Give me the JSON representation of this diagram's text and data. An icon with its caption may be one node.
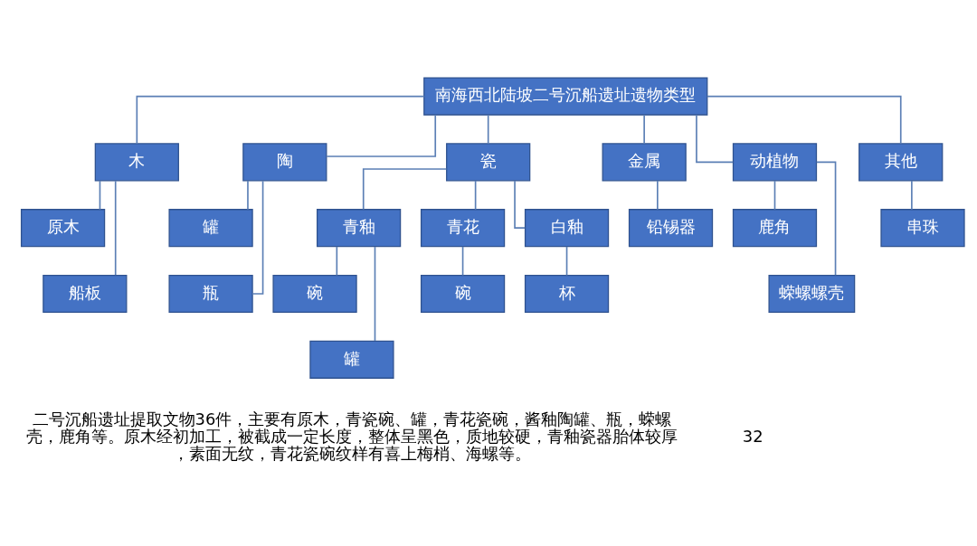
{
  "diagram": {
    "nodes": [
      {
        "text": [
          "南海西北陆坡二号沉船遗址遗物类型"
        ]
      },
      {
        "text": [
          "木"
        ]
      },
      {
        "text": [
          "原木"
        ]
      },
      {
        "text": [
          "船板"
        ]
      },
      {
        "text": [
          "陶"
        ]
      },
      {
        "text": [
          "罐"
        ]
      },
      {
        "text": [
          "瓶"
        ]
      },
      {
        "text": [
          "瓷"
        ]
      },
      {
        "text": [
          "青釉"
        ]
      },
      {
        "text": [
          "碗"
        ]
      },
      {
        "text": [
          "罐"
        ]
      },
      {
        "text": [
          "青花"
        ]
      },
      {
        "text": [
          "碗"
        ]
      },
      {
        "text": [
          "白釉"
        ]
      },
      {
        "text": [
          "杯"
        ]
      },
      {
        "text": [
          "金属"
        ]
      },
      {
        "text": [
          "铅锡器"
        ]
      },
      {
        "text": [
          "动植物"
        ]
      },
      {
        "text": [
          "鹿角"
        ]
      },
      {
        "text": [
          "蝾螺螺壳"
        ]
      },
      {
        "text": [
          "其他"
        ]
      },
      {
        "text": [
          "串珠"
        ]
      }
    ],
    "edges": [
      {
        "from": 0,
        "to": 1,
        "arrow": "none"
      },
      {
        "from": 0,
        "to": 4,
        "arrow": "none"
      },
      {
        "from": 0,
        "to": 7,
        "arrow": "none"
      },
      {
        "from": 0,
        "to": 15,
        "arrow": "none"
      },
      {
        "from": 0,
        "to": 17,
        "arrow": "none"
      },
      {
        "from": 0,
        "to": 20,
        "arrow": "none"
      },
      {
        "from": 1,
        "to": 2,
        "arrow": "none"
      },
      {
        "from": 1,
        "to": 3,
        "arrow": "none"
      },
      {
        "from": 4,
        "to": 5,
        "arrow": "none"
      },
      {
        "from": 4,
        "to": 6,
        "arrow": "none"
      },
      {
        "from": 7,
        "to": 8,
        "arrow": "none"
      },
      {
        "from": 7,
        "to": 11,
        "arrow": "none"
      },
      {
        "from": 7,
        "to": 13,
        "arrow": "none"
      },
      {
        "from": 8,
        "to": 9,
        "arrow": "none"
      },
      {
        "from": 8,
        "to": 10,
        "arrow": "none"
      },
      {
        "from": 11,
        "to": 12,
        "arrow": "none"
      },
      {
        "from": 13,
        "to": 14,
        "arrow": "none"
      },
      {
        "from": 15,
        "to": 16,
        "arrow": "none"
      },
      {
        "from": 17,
        "to": 18,
        "arrow": "none"
      },
      {
        "from": 17,
        "to": 19,
        "arrow": "none"
      },
      {
        "from": 20,
        "to": 21,
        "arrow": "none"
      }
    ],
    "labels": [
      "二号沉船遗址提取文物36件，主要有原木，青瓷碗、罐，青花瓷碗，酱釉陶罐、瓶，蝾螺壳，鹿角等。原木经初加工，被截成一定长度，整体呈黑色，质地较硬，青釉瓷器胎体较厚，素面无纹，青花瓷碗纹样有喜上梅梢、海螺等。",
      "32"
    ]
  }
}
